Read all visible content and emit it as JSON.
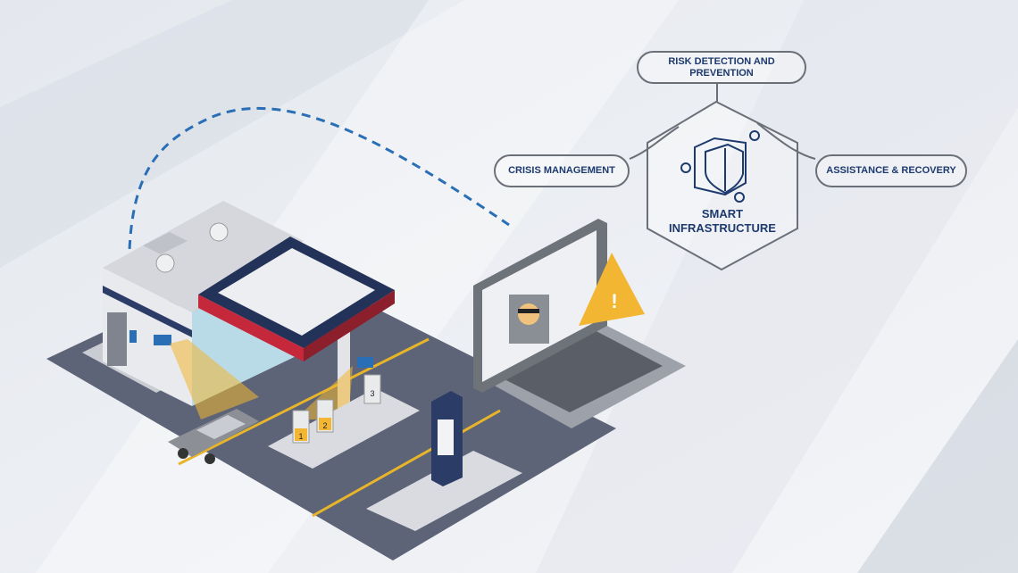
{
  "diagram": {
    "center": {
      "line1": "SMART",
      "line2": "INFRASTRUCTURE",
      "icon": "shield-cube-icon"
    },
    "nodes": [
      {
        "label": "RISK DETECTION AND PREVENTION"
      },
      {
        "label": "CRISIS MANAGEMENT"
      },
      {
        "label": "ASSISTANCE & RECOVERY"
      }
    ]
  },
  "scene": {
    "pump_numbers": [
      "1",
      "2",
      "3"
    ],
    "warning_symbol": "!"
  },
  "colors": {
    "navy": "#1d3a6e",
    "accent_blue": "#2a6fb5",
    "warning": "#f2b632",
    "ground": "#5d6477"
  }
}
